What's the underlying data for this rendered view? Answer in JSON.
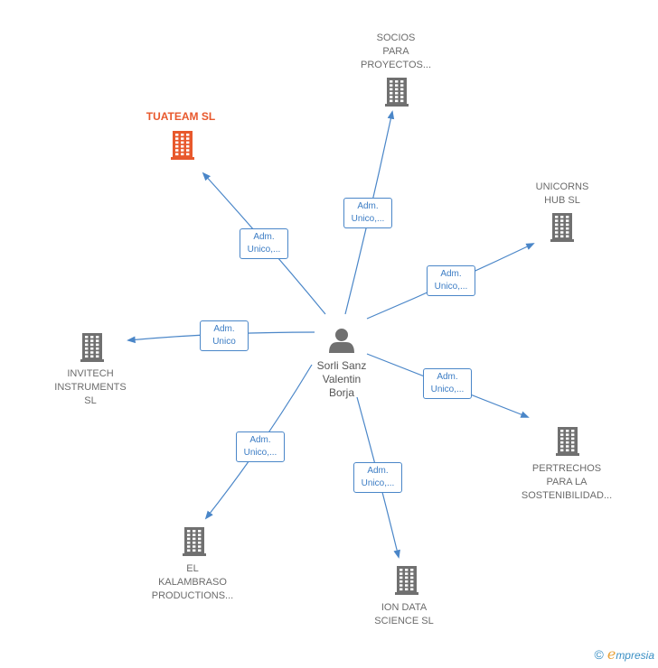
{
  "center": {
    "name_lines": [
      "Sorli Sanz",
      "Valentin",
      "Borja"
    ],
    "icon": "person-icon"
  },
  "companies": [
    {
      "id": "tuateam",
      "lines": [
        "TUATEAM  SL"
      ],
      "highlight": true,
      "icon": "building-icon"
    },
    {
      "id": "socios",
      "lines": [
        "SOCIOS",
        "PARA",
        "PROYECTOS..."
      ],
      "highlight": false,
      "icon": "building-icon"
    },
    {
      "id": "unicorns",
      "lines": [
        "UNICORNS",
        "HUB  SL"
      ],
      "highlight": false,
      "icon": "building-icon"
    },
    {
      "id": "invitech",
      "lines": [
        "INVITECH",
        "INSTRUMENTS",
        "SL"
      ],
      "highlight": false,
      "icon": "building-icon"
    },
    {
      "id": "pertrechos",
      "lines": [
        "PERTRECHOS",
        "PARA LA",
        "SOSTENIBILIDAD..."
      ],
      "highlight": false,
      "icon": "building-icon"
    },
    {
      "id": "kalambraso",
      "lines": [
        "EL",
        "KALAMBRASO",
        "PRODUCTIONS..."
      ],
      "highlight": false,
      "icon": "building-icon"
    },
    {
      "id": "iondata",
      "lines": [
        "ION DATA",
        "SCIENCE  SL"
      ],
      "highlight": false,
      "icon": "building-icon"
    }
  ],
  "edges": [
    {
      "to": "tuateam",
      "label_lines": [
        "Adm.",
        "Unico,..."
      ]
    },
    {
      "to": "socios",
      "label_lines": [
        "Adm.",
        "Unico,..."
      ]
    },
    {
      "to": "unicorns",
      "label_lines": [
        "Adm.",
        "Unico,..."
      ]
    },
    {
      "to": "invitech",
      "label_lines": [
        "Adm.",
        "Unico"
      ]
    },
    {
      "to": "pertrechos",
      "label_lines": [
        "Adm.",
        "Unico,..."
      ]
    },
    {
      "to": "kalambraso",
      "label_lines": [
        "Adm.",
        "Unico,..."
      ]
    },
    {
      "to": "iondata",
      "label_lines": [
        "Adm.",
        "Unico,..."
      ]
    }
  ],
  "colors": {
    "highlight": "#e8582c",
    "node": "#707070",
    "edge": "#4a86c8"
  },
  "footer": {
    "copyright": "©",
    "brand_initial": "e",
    "brand_rest": "mpresia"
  }
}
